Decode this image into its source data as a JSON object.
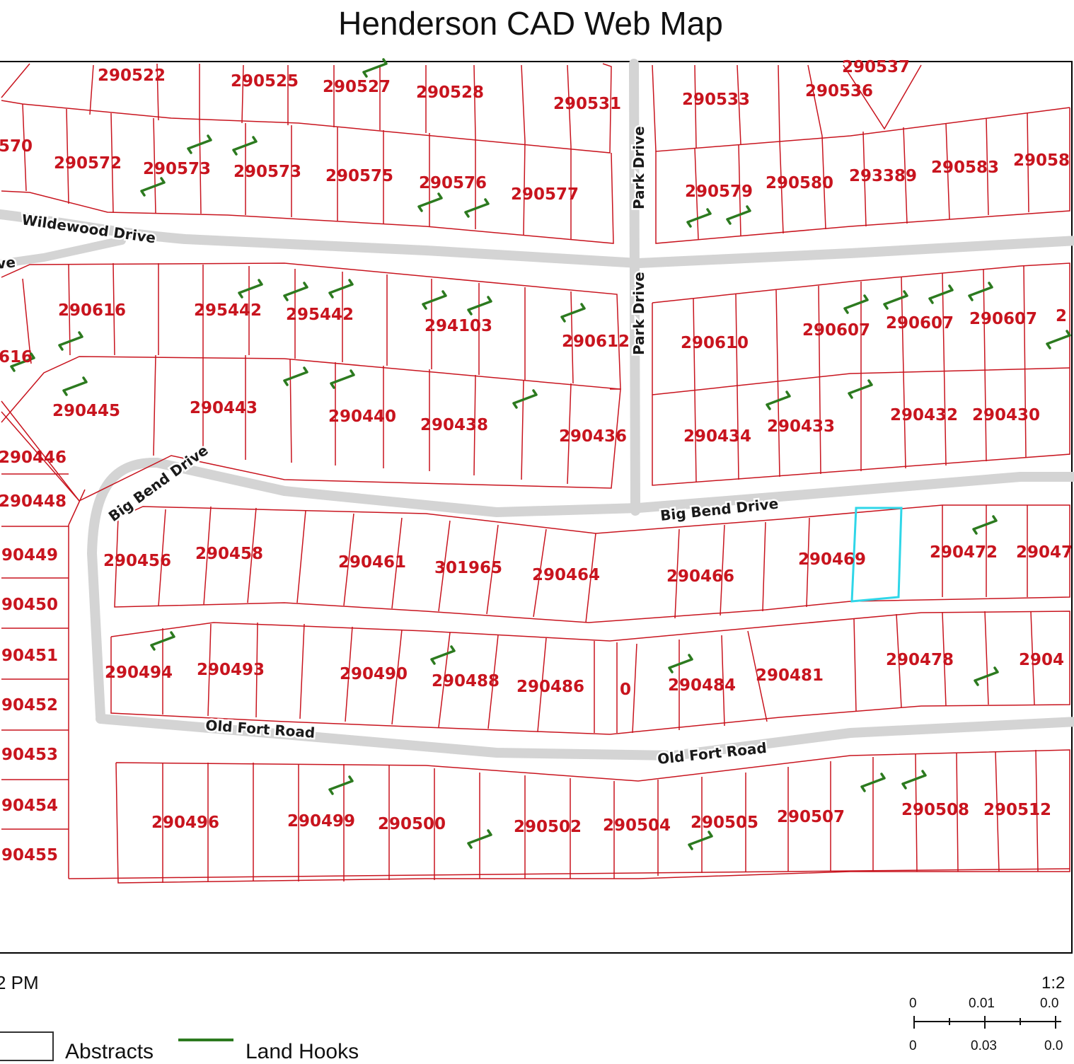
{
  "title": "Henderson CAD Web Map",
  "footer": {
    "timestamp": "2 PM",
    "scale_ratio": "1:2",
    "scale_top": [
      "0",
      "0.01",
      "0.0"
    ],
    "scale_bottom": [
      "0",
      "0.03",
      "0.0"
    ]
  },
  "legend": {
    "abstracts_label": "Abstracts",
    "land_hooks_label": "Land Hooks",
    "abstracts_color": "#333333",
    "land_hooks_color": "#2c7a1f"
  },
  "colors": {
    "parcel_line": "#c8141e",
    "road": "#d4d4d4",
    "selected_parcel": "#2fd6e8",
    "hook": "#2c7a1f"
  },
  "roads": {
    "wildewood": "Wildewood Drive",
    "wildewood_cut": "ve",
    "park_upper": "Park Drive",
    "park_lower": "Park Drive",
    "big_bend_left": "Big Bend Drive",
    "big_bend_right": "Big Bend Drive",
    "old_fort_left": "Old Fort Road",
    "old_fort_right": "Old Fort Road"
  },
  "parcels": {
    "p290522": "290522",
    "p290525": "290525",
    "p290527": "290527",
    "p290528": "290528",
    "p290531": "290531",
    "p290533": "290533",
    "p290536": "290536",
    "p290537": "290537",
    "p570": "570",
    "p290572": "290572",
    "p290573a": "290573",
    "p290573b": "290573",
    "p290575": "290575",
    "p290576": "290576",
    "p290577": "290577",
    "p290579": "290579",
    "p290580": "290580",
    "p293389": "293389",
    "p290583": "290583",
    "p29058x": "29058",
    "p290616": "290616",
    "p616": "616",
    "p295442a": "295442",
    "p295442b": "295442",
    "p294103": "294103",
    "p290612": "290612",
    "p290610": "290610",
    "p290607a": "290607",
    "p290607b": "290607",
    "p290607c": "290607",
    "p2": "2",
    "p290445": "290445",
    "p290443": "290443",
    "p290440": "290440",
    "p290438": "290438",
    "p290436": "290436",
    "p290434": "290434",
    "p290433": "290433",
    "p290432": "290432",
    "p290430": "290430",
    "p290446": "290446",
    "p290448": "290448",
    "p290449": "90449",
    "p290450": "90450",
    "p290451": "90451",
    "p290452": "90452",
    "p290453": "90453",
    "p290454": "90454",
    "p290455": "90455",
    "p290456": "290456",
    "p290458": "290458",
    "p290461": "290461",
    "p301965": "301965",
    "p290464": "290464",
    "p290466": "290466",
    "p290469": "290469",
    "p290472": "290472",
    "p29047x": "29047",
    "p290494": "290494",
    "p290493": "290493",
    "p290490": "290490",
    "p290488": "290488",
    "p290486": "290486",
    "p0": "0",
    "p290484": "290484",
    "p290481": "290481",
    "p290478": "290478",
    "p2904x": "2904",
    "p290496": "290496",
    "p290499": "290499",
    "p290500": "290500",
    "p290502": "290502",
    "p290504": "290504",
    "p290505": "290505",
    "p290507": "290507",
    "p290508": "290508",
    "p290512": "290512"
  }
}
